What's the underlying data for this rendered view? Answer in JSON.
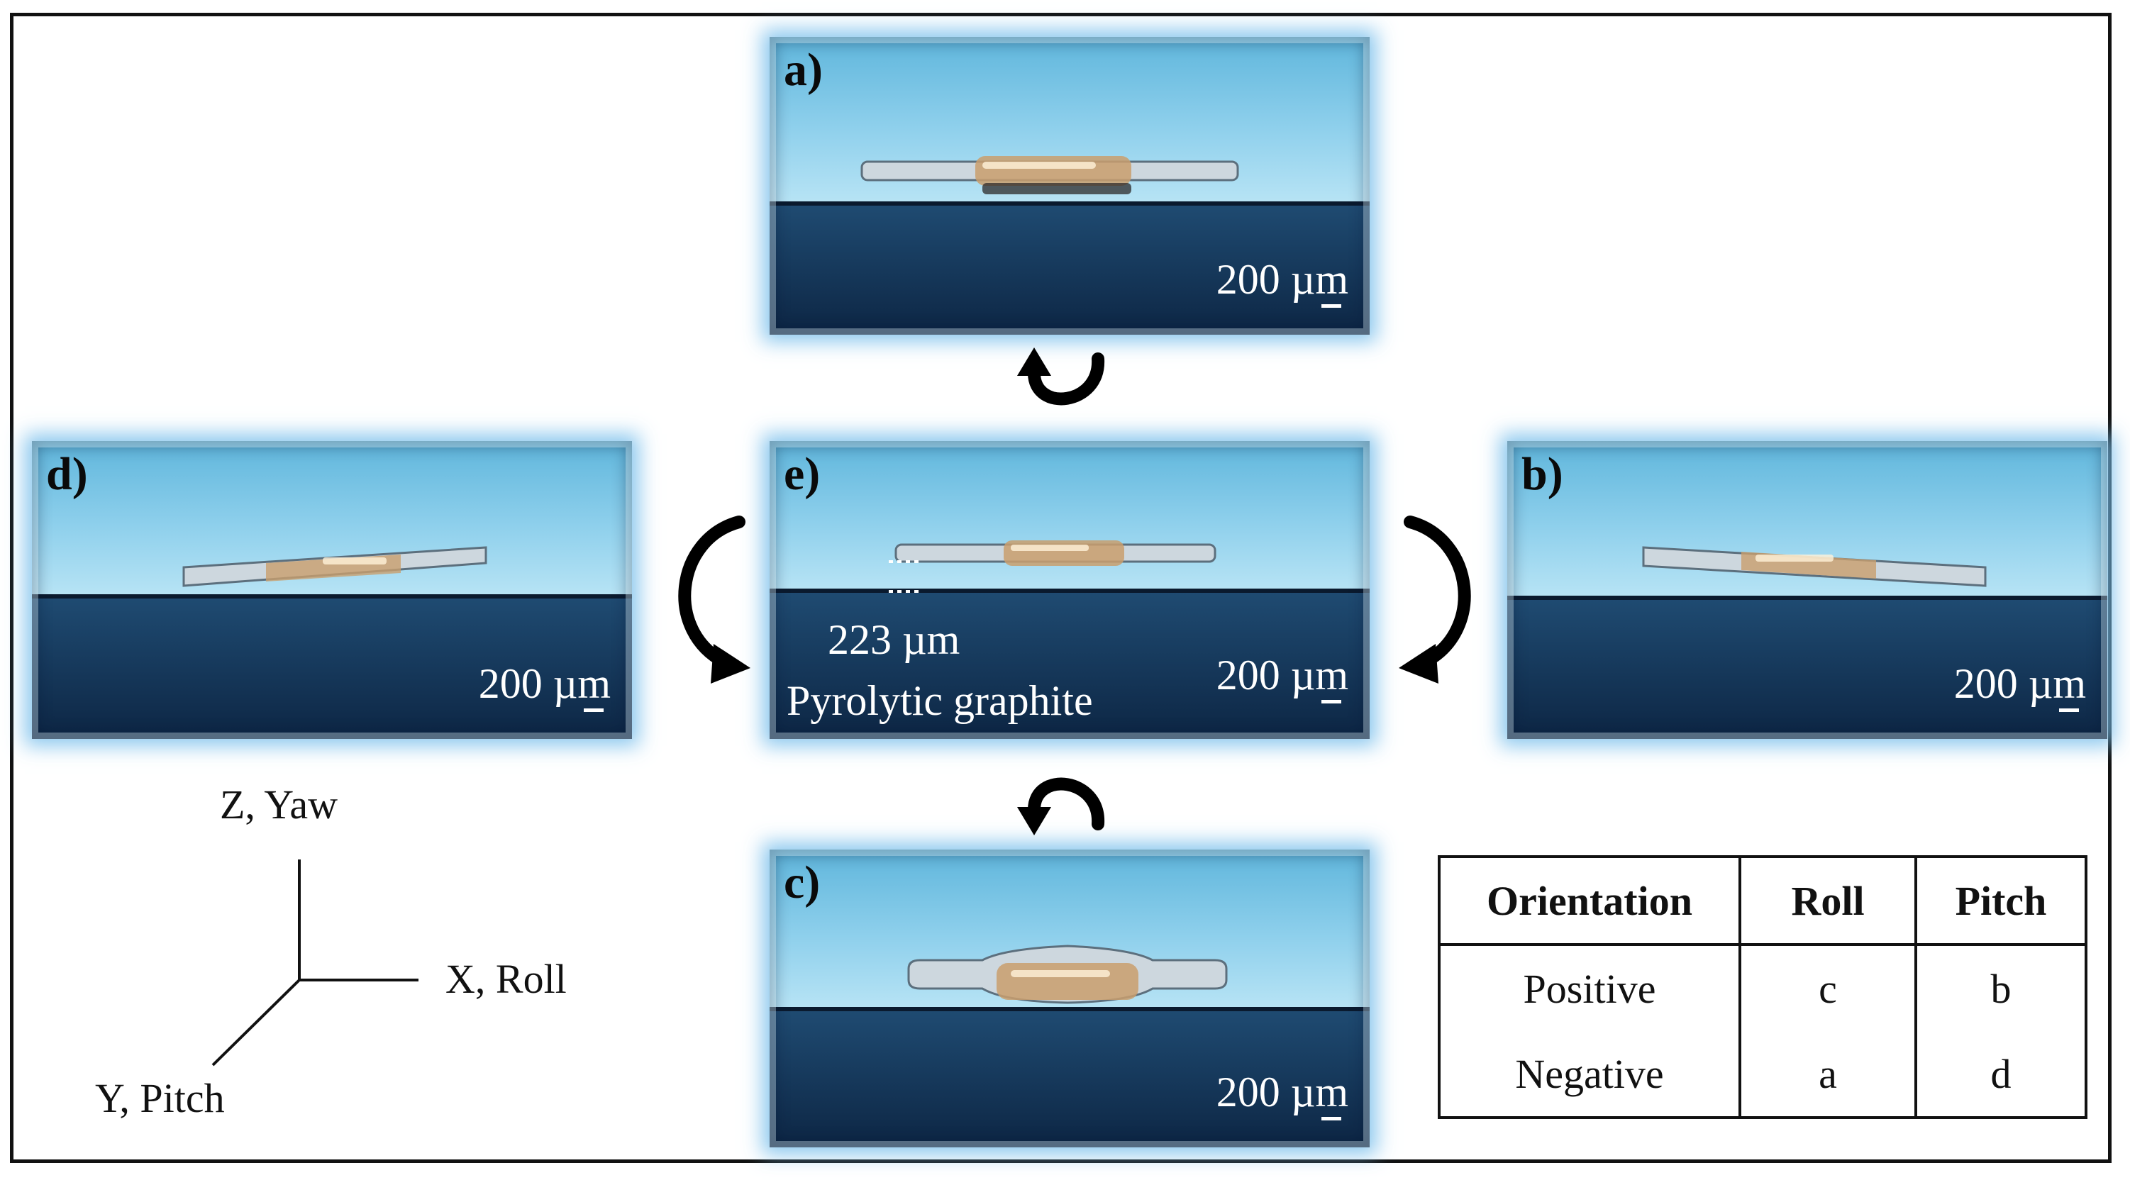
{
  "panels": {
    "a": {
      "label": "a)",
      "scale": "200 µm"
    },
    "b": {
      "label": "b)",
      "scale": "200 µm"
    },
    "c": {
      "label": "c)",
      "scale": "200 µm"
    },
    "d": {
      "label": "d)",
      "scale": "200 µm"
    },
    "e": {
      "label": "e)",
      "scale": "200 µm",
      "thickness": "223 µm",
      "material": "Pyrolytic graphite"
    }
  },
  "axes": {
    "z": "Z, Yaw",
    "x": "X, Roll",
    "y": "Y, Pitch"
  },
  "table": {
    "headers": [
      "Orientation",
      "Roll",
      "Pitch"
    ],
    "rows": [
      [
        "Positive",
        "c",
        "b"
      ],
      [
        "Negative",
        "a",
        "d"
      ]
    ]
  },
  "colors": {
    "sky_light": "#bfe6f4",
    "sky_mid": "#5fb6dc",
    "base_dark": "#0f2a4a",
    "glow": "#7cc4ee"
  }
}
